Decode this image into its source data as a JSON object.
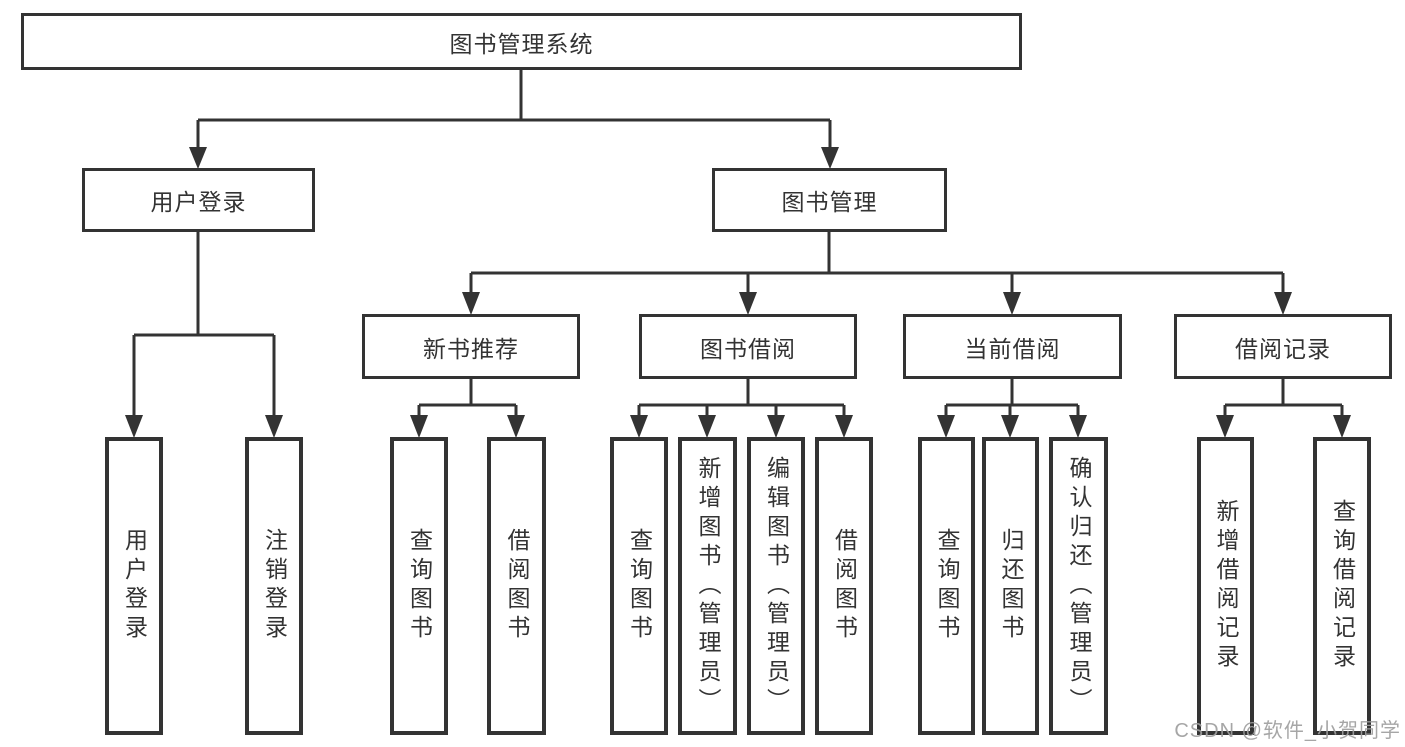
{
  "root": {
    "label": "图书管理系统"
  },
  "level2": [
    {
      "label": "用户登录",
      "children": [
        {
          "label": "用户登录"
        },
        {
          "label": "注销登录"
        }
      ]
    },
    {
      "label": "图书管理",
      "children": [
        {
          "label": "新书推荐",
          "children": [
            {
              "label": "查询图书"
            },
            {
              "label": "借阅图书"
            }
          ]
        },
        {
          "label": "图书借阅",
          "children": [
            {
              "label": "查询图书"
            },
            {
              "label": "新增图书（管理员）"
            },
            {
              "label": "编辑图书（管理员）"
            },
            {
              "label": "借阅图书"
            }
          ]
        },
        {
          "label": "当前借阅",
          "children": [
            {
              "label": "查询图书"
            },
            {
              "label": "归还图书"
            },
            {
              "label": "确认归还（管理员）"
            }
          ]
        },
        {
          "label": "借阅记录",
          "children": [
            {
              "label": "新增借阅记录"
            },
            {
              "label": "查询借阅记录"
            }
          ]
        }
      ]
    }
  ],
  "watermark": {
    "text": "CSDN @软件_小贺同学"
  },
  "colors": {
    "line": "#333333",
    "text": "#333333",
    "box_background": "#ffffff",
    "watermark": "#9e9e9e",
    "background": "#ffffff"
  }
}
